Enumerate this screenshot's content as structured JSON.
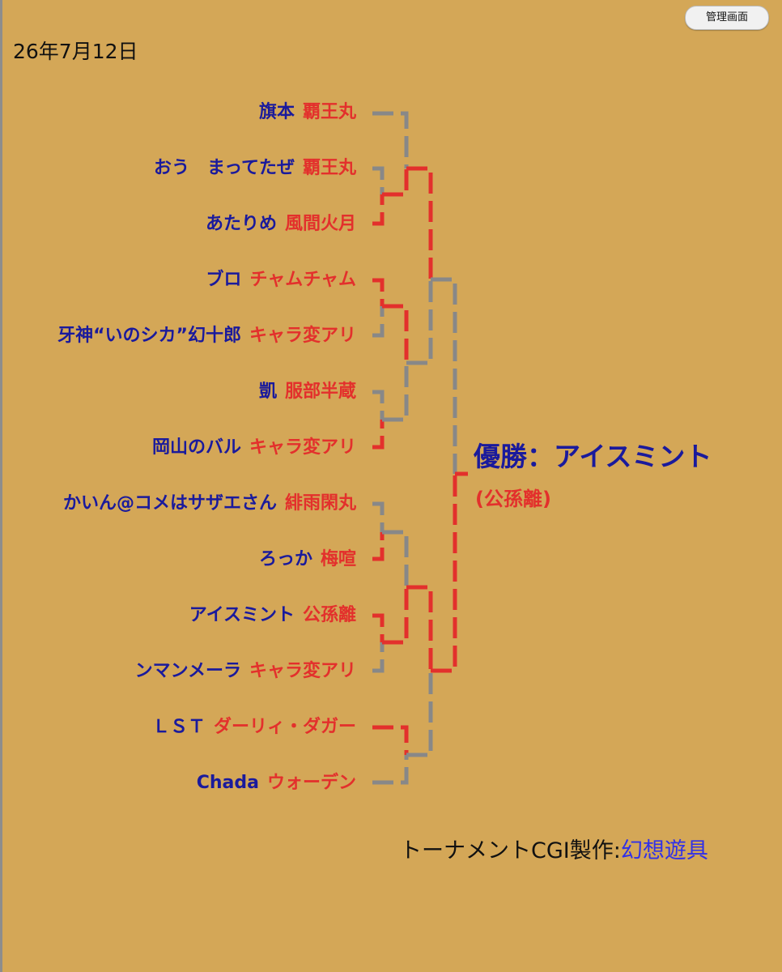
{
  "date": "26年7月12日",
  "admin_button": "管理画面",
  "entries": [
    {
      "player": "旗本",
      "chara": "覇王丸"
    },
    {
      "player": "おう　まってたぜ",
      "chara": "覇王丸"
    },
    {
      "player": "あたりめ",
      "chara": "風間火月"
    },
    {
      "player": "ブロ",
      "chara": "チャムチャム"
    },
    {
      "player": "牙神“いのシカ”幻十郎",
      "chara": "キャラ変アリ"
    },
    {
      "player": "凱",
      "chara": "服部半蔵"
    },
    {
      "player": "岡山のバル",
      "chara": "キャラ変アリ"
    },
    {
      "player": "かいん@コメはサザエさん",
      "chara": "緋雨閑丸"
    },
    {
      "player": "ろっか",
      "chara": "梅喧"
    },
    {
      "player": "アイスミント",
      "chara": "公孫離"
    },
    {
      "player": "ンマンメーラ",
      "chara": "キャラ変アリ"
    },
    {
      "player": "ＬＳＴ",
      "chara": "ダーリィ・ダガー"
    },
    {
      "player": "Chada",
      "chara": "ウォーデン"
    }
  ],
  "winner": {
    "label": "優勝：アイスミント",
    "chara": "(公孫離)"
  },
  "colors": {
    "background": "#d4a757",
    "winner_line": "#e3302c",
    "loser_line": "#888888",
    "player_text": "#1a1a9c",
    "chara_text": "#e3302c"
  },
  "footer": {
    "credit": "トーナメントCGI製作:",
    "link": "幻想遊具"
  }
}
